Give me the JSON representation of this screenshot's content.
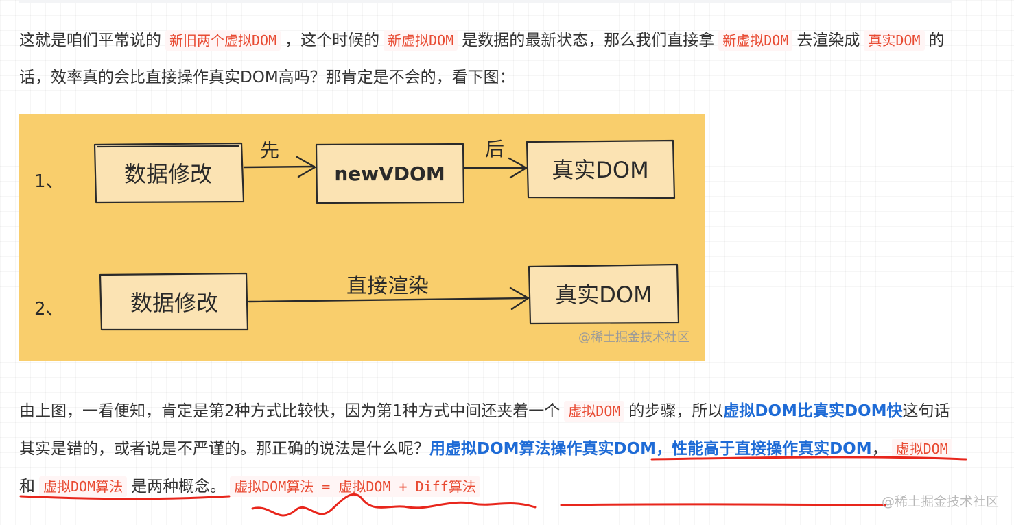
{
  "paragraph1": {
    "t1": "这就是咱们平常说的",
    "c1": "新旧两个虚拟DOM",
    "t2": "，这个时候的",
    "c2": "新虚拟DOM",
    "t3": "是数据的最新状态，那么我们直接拿",
    "c3": "新虚拟DOM",
    "t4": "去渲染成",
    "c4": "真实DOM",
    "t5": "的话，效率真的会比直接操作真实DOM高吗？那肯定是不会的，看下图："
  },
  "figure": {
    "row1_num": "1、",
    "row1_box1": "数据修改",
    "row1_arrow1": "先",
    "row1_box2": "newVDOM",
    "row1_arrow2": "后",
    "row1_box3": "真实DOM",
    "row2_num": "2、",
    "row2_box1": "数据修改",
    "row2_arrow": "直接渲染",
    "row2_box2": "真实DOM",
    "watermark": "@稀土掘金技术社区"
  },
  "paragraph2": {
    "t1": "由上图，一看便知，肯定是第2种方式比较快，因为第1种方式中间还夹着一个",
    "c1": "虚拟DOM",
    "t2": "的步骤，所以",
    "b1": "虚拟DOM比真实DOM快",
    "t3": "这句话其实是错的，或者说是不严谨的。那正确的说法是什么呢？",
    "b2": "用虚拟DOM算法操作真实DOM，性能高于直接操作真实DOM",
    "t4": "，",
    "c2": "虚拟DOM",
    "t5": "和",
    "c3": "虚拟DOM算法",
    "t6": "是两种概念。",
    "c4": "虚拟DOM算法 = 虚拟DOM + Diff算法"
  },
  "watermark": "@稀土掘金技术社区",
  "colors": {
    "accent_red": "#e84a32",
    "link_blue": "#1e6bd6",
    "figure_bg": "#f9ce6c",
    "box_fill": "#fbe3b3"
  }
}
